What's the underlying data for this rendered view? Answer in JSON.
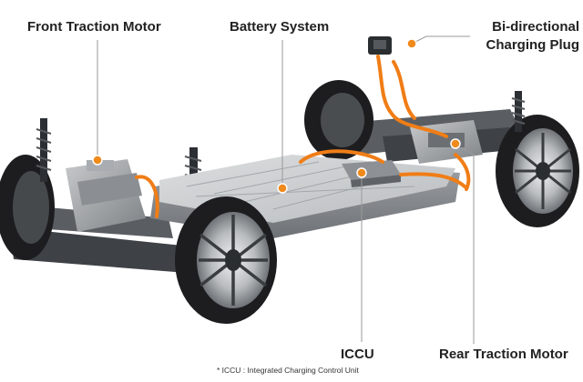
{
  "callouts": {
    "front_motor": "Front Traction Motor",
    "battery": "Battery System",
    "charging_plug_line1": "Bi-directional",
    "charging_plug_line2": "Charging Plug",
    "iccu": "ICCU",
    "rear_motor": "Rear Traction Motor"
  },
  "footnote": "* ICCU : Integrated Charging Control Unit",
  "colors": {
    "marker": "#f08a1c",
    "cable": "#f07d16",
    "leader": "#9a9a9a",
    "tire": "#1d1d1f",
    "battery": "#c9cbcd"
  }
}
